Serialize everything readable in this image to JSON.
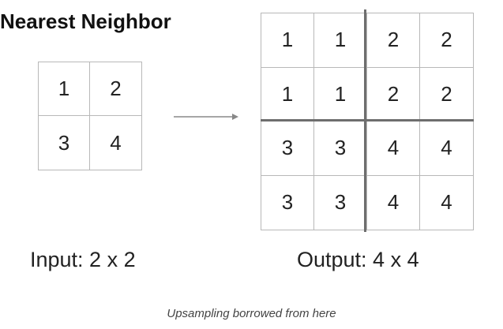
{
  "title": "Nearest Neighbor",
  "input_grid": {
    "cells": [
      "1",
      "2",
      "3",
      "4"
    ]
  },
  "output_grid": {
    "cells": [
      "1",
      "1",
      "2",
      "2",
      "1",
      "1",
      "2",
      "2",
      "3",
      "3",
      "4",
      "4",
      "3",
      "3",
      "4",
      "4"
    ]
  },
  "labels": {
    "input": "Input: 2 x 2",
    "output": "Output: 4 x 4"
  },
  "caption": "Upsampling borrowed from here",
  "colors": {
    "grid_line": "#b8b8b8",
    "block_divider": "#6e6e6e",
    "arrow": "#888888"
  }
}
